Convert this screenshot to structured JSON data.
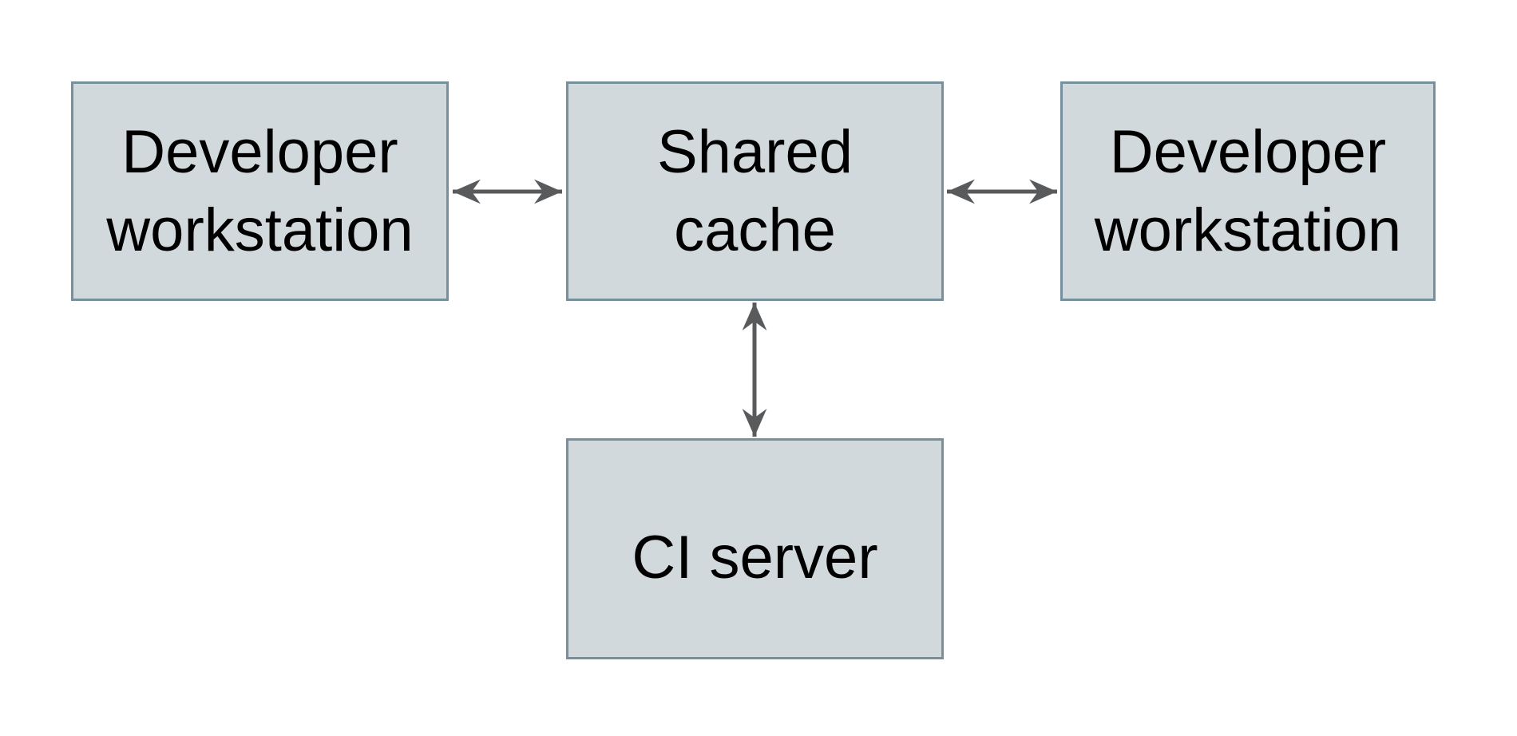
{
  "diagram": {
    "nodes": [
      {
        "id": "developer-workstation-left",
        "label": "Developer\nworkstation"
      },
      {
        "id": "shared-cache",
        "label": "Shared\ncache"
      },
      {
        "id": "developer-workstation-right",
        "label": "Developer\nworkstation"
      },
      {
        "id": "ci-server",
        "label": "CI server"
      }
    ],
    "edges": [
      {
        "from": "developer-workstation-left",
        "to": "shared-cache",
        "direction": "bidirectional",
        "orientation": "horizontal"
      },
      {
        "from": "shared-cache",
        "to": "developer-workstation-right",
        "direction": "bidirectional",
        "orientation": "horizontal"
      },
      {
        "from": "shared-cache",
        "to": "ci-server",
        "direction": "bidirectional",
        "orientation": "vertical"
      }
    ],
    "colors": {
      "node_fill": "#d2d9dc",
      "node_border": "#76919d",
      "arrow": "#595a5c",
      "text": "#000000",
      "background": "#ffffff"
    }
  }
}
